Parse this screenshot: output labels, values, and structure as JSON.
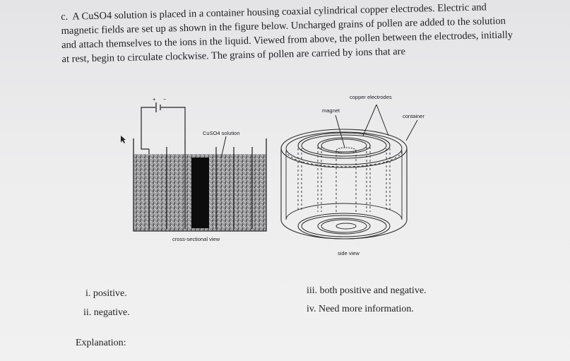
{
  "question": {
    "letter": "c.",
    "text": "A CuSO4 solution is placed in a container housing coaxial cylindrical copper electrodes. Electric and magnetic fields are set up as shown in the figure below. Uncharged grains of pollen are added to the solution and attach themselves to the ions in the liquid. Viewed from above, the pollen between the electrodes, initially at rest, begin to circulate clockwise. The grains of pollen are carried by ions that are"
  },
  "figure": {
    "battery_plus": "+",
    "battery_minus": "−",
    "solution_label": "CuSO4 solution",
    "cross_section_caption": "cross-sectional view",
    "copper_electrodes_label": "copper electrodes",
    "magnet_label": "magnet",
    "container_label": "container",
    "side_view_caption": "side view"
  },
  "options": [
    {
      "numeral": "i.",
      "text": "positive."
    },
    {
      "numeral": "ii.",
      "text": "negative."
    },
    {
      "numeral": "iii.",
      "text": "both positive and negative."
    },
    {
      "numeral": "iv.",
      "text": "Need more information."
    }
  ],
  "explanation_label": "Explanation:"
}
